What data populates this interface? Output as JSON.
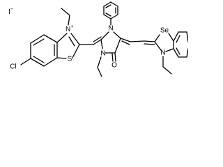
{
  "molecule": {
    "counter_ion": {
      "symbol": "I",
      "charge": "−"
    },
    "atoms": {
      "chlorine": "Cl",
      "thiazole_nitrogen": "N",
      "nitrogen_charge": "+",
      "thiazole_sulfur": "S",
      "imidazole_nitrogen_top": "N",
      "imidazole_nitrogen_bottom": "N",
      "carbonyl_oxygen": "O",
      "selenium": "Se",
      "selenazole_nitrogen": "N"
    }
  }
}
